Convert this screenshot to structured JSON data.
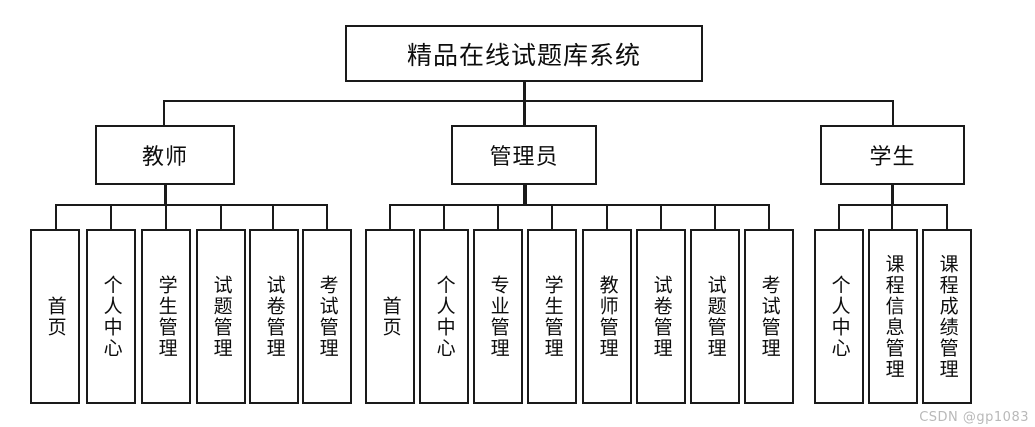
{
  "diagram": {
    "type": "organization-chart",
    "title_node": {
      "label": "精品在线试题库系统"
    },
    "branches": [
      {
        "id": "teacher",
        "label": "教师",
        "leaves": [
          {
            "label": "首页"
          },
          {
            "label": "个人中心"
          },
          {
            "label": "学生管理"
          },
          {
            "label": "试题管理"
          },
          {
            "label": "试卷管理"
          },
          {
            "label": "考试管理"
          }
        ]
      },
      {
        "id": "admin",
        "label": "管理员",
        "leaves": [
          {
            "label": "首页"
          },
          {
            "label": "个人中心"
          },
          {
            "label": "专业管理"
          },
          {
            "label": "学生管理"
          },
          {
            "label": "教师管理"
          },
          {
            "label": "试卷管理"
          },
          {
            "label": "试题管理"
          },
          {
            "label": "考试管理"
          }
        ]
      },
      {
        "id": "student",
        "label": "学生",
        "leaves": [
          {
            "label": "个人中心"
          },
          {
            "label": "课程信息管理"
          },
          {
            "label": "课程成绩管理"
          }
        ]
      }
    ],
    "watermark": "CSDN @gp1083",
    "colors": {
      "border": "#1a1a1a",
      "background": "#ffffff",
      "text": "#0d0d0d",
      "watermark": "#b9b9b9"
    }
  }
}
